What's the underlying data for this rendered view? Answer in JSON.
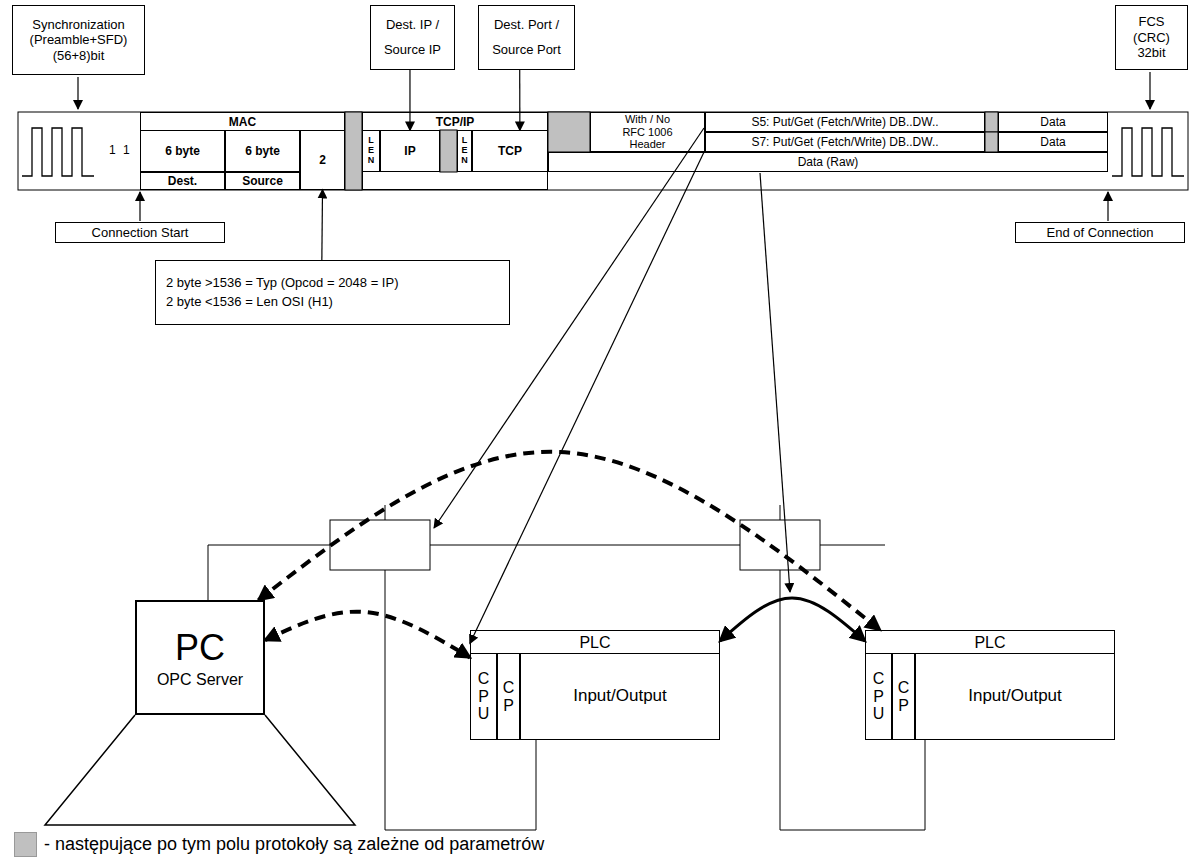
{
  "diagram": {
    "nodes": [
      {
        "text": [
          "Synchronization (Preamble+SFD) (56+8)bit"
        ]
      },
      {
        "text": [
          "Dest. IP / Source IP"
        ]
      },
      {
        "text": [
          "Dest. Port / Source Port"
        ]
      },
      {
        "text": [
          "FCS (CRC) 32bit"
        ]
      },
      {
        "text": [
          "MAC"
        ]
      },
      {
        "text": [
          "6 byte"
        ],
        "in": 4
      },
      {
        "text": [
          "6 byte"
        ],
        "in": 4
      },
      {
        "text": [
          "2"
        ],
        "in": 4
      },
      {
        "text": [
          "Dest."
        ],
        "in": 4
      },
      {
        "text": [
          "Source"
        ],
        "in": 4
      },
      {
        "text": [
          "TCP/IP"
        ]
      },
      {
        "text": [
          "LEN"
        ],
        "in": 10
      },
      {
        "text": [
          "IP"
        ],
        "in": 10
      },
      {
        "text": [
          "LEN"
        ],
        "in": 10
      },
      {
        "text": [
          "TCP"
        ],
        "in": 10
      },
      {
        "text": [
          "With / No RFC 1006 Header"
        ]
      },
      {
        "text": [
          "S5: Put/Get (Fetch/Write) DB..DW.."
        ]
      },
      {
        "text": [
          "Data"
        ]
      },
      {
        "text": [
          "S7: Put/Get (Fetch/Write) DB..DW.."
        ]
      },
      {
        "text": [
          "Data"
        ]
      },
      {
        "text": [
          "Data (Raw)"
        ]
      },
      {
        "text": [
          "Connection Start"
        ]
      },
      {
        "text": [
          "End of Connection"
        ]
      },
      {
        "text": [
          "2 byte >1536 = Typ (Opcod = 2048 = IP)",
          "2 byte <1536 = Len OSI (H1)"
        ]
      },
      {
        "text": [
          "PC",
          "OPC Server"
        ]
      },
      {
        "text": [
          "PLC"
        ]
      },
      {
        "text": [
          "CPU"
        ],
        "in": 25
      },
      {
        "text": [
          "CP"
        ],
        "in": 25
      },
      {
        "text": [
          "Input/Output"
        ],
        "in": 25
      },
      {
        "text": [
          "PLC"
        ]
      },
      {
        "text": [
          "CPU"
        ],
        "in": 29
      },
      {
        "text": [
          "CP"
        ],
        "in": 29
      },
      {
        "text": [
          "Input/Output"
        ],
        "in": 29
      }
    ],
    "edges": [
      {
        "from": 1,
        "to": 12,
        "arrow": "to"
      },
      {
        "from": 2,
        "to": 14,
        "arrow": "to"
      },
      {
        "from": 23,
        "to": 7,
        "arrow": "to"
      },
      {
        "from": 18,
        "to": 25,
        "arrow": "to"
      },
      {
        "from": 24,
        "to": 25,
        "arrow": "both"
      },
      {
        "from": 24,
        "to": 29,
        "arrow": "both"
      },
      {
        "from": 25,
        "to": 29,
        "arrow": "both"
      }
    ],
    "labels": [
      "1",
      "1"
    ],
    "legend": [
      {
        "text": "- następujące po tym polu protokoły są zależne od parametrów",
        "color": "#c0c0c0"
      }
    ]
  }
}
